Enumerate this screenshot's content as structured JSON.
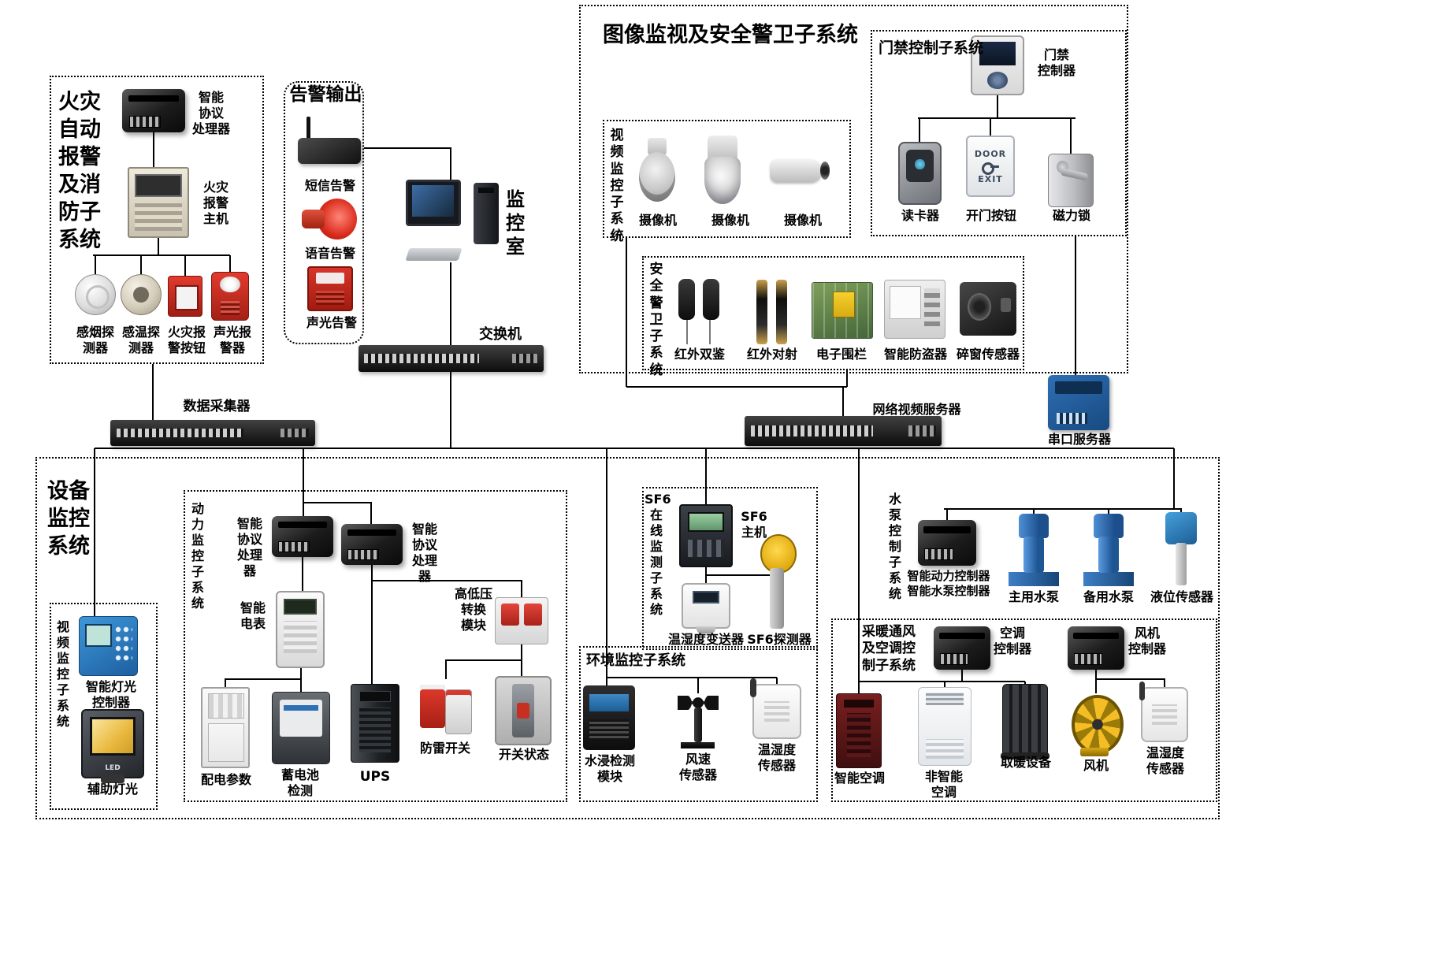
{
  "fire": {
    "title": "火灾\n自动\n报警\n及消\n防子\n系统",
    "processor": "智能\n协议\n处理器",
    "host": "火灾\n报警\n主机",
    "smoke": "感烟探\n测器",
    "heat": "感温探\n测器",
    "button": "火灾报\n警按钮",
    "strobe": "声光报\n警器"
  },
  "alarm_out": {
    "title": "告警输出",
    "sms": "短信告警",
    "voice": "语音告警",
    "sound_light": "声光告警"
  },
  "monitor_room": "监\n控\n室",
  "core_switch": "交换机",
  "collector": "数据采集器",
  "video_server": "网络视频服务器",
  "serial_server": "串口服务器",
  "image_security": {
    "title": "图像监视及安全警卫子系统",
    "access": {
      "title": "门禁控制子系统",
      "controller": "门禁\n控制器",
      "reader": "读卡器",
      "button": "开门按钮",
      "button_door": "DOOR",
      "button_exit": "EXIT",
      "maglock": "磁力锁"
    },
    "video": {
      "title": "视\n频\n监\n控\n子\n系\n统",
      "cameras": [
        "摄像机",
        "摄像机",
        "摄像机"
      ]
    },
    "guard": {
      "title": "安\n全\n警\n卫\n子\n系\n统",
      "ir_dual": "红外双鉴",
      "ir_beam": "红外对射",
      "fence": "电子围栏",
      "burglar": "智能防盗器",
      "glass": "碎窗传感器"
    }
  },
  "equipment": {
    "title": "设备\n监控\n系统",
    "lighting": {
      "title": "视\n频\n监\n控\n子\n系\n统",
      "controller": "智能灯光\n控制器",
      "aux_light": "辅助灯光",
      "led": "LED"
    },
    "power": {
      "title": "动\n力\n监\n控\n子\n系\n统",
      "proc_left": "智能\n协议\n处理器",
      "proc_right": "智能\n协议\n处理器",
      "meter": "智能\n电表",
      "hv_module": "高低压\n转换\n模块",
      "dist_params": "配电参数",
      "battery": "蓄电池\n检测",
      "ups": "UPS",
      "surge": "防雷开关",
      "switch_status": "开关状态"
    },
    "sf6": {
      "title": "SF6\n在\n线\n监\n测\n子\n系\n统",
      "host": "SF6\n主机",
      "transmitter": "温湿度变送器",
      "detector": "SF6探测器"
    },
    "env": {
      "title": "环境监控子系统",
      "water": "水浸检测\n模块",
      "wind": "风速\n传感器",
      "th": "温湿度\n传感器"
    },
    "pump": {
      "title": "水\n泵\n控\n制\n子\n系\n统",
      "controller": "智能动力控制器\n智能水泵控制器",
      "main_pump": "主用水泵",
      "backup_pump": "备用水泵",
      "level": "液位传感器"
    },
    "hvac": {
      "title": "采暖通风\n及空调控\n制子系统",
      "ac_controller": "空调\n控制器",
      "smart_ac": "智能空调",
      "plain_ac": "非智能\n空调",
      "heater": "取暖设备",
      "fan_controller": "风机\n控制器",
      "fan": "风机",
      "th": "温湿度\n传感器"
    }
  }
}
